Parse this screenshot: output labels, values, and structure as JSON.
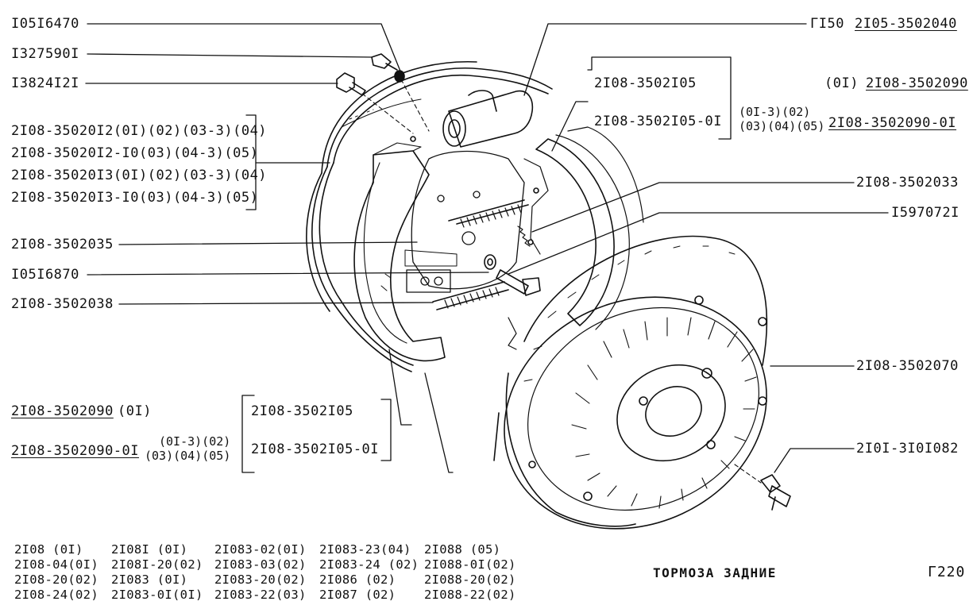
{
  "labels": {
    "spring_upper": "I05I6470",
    "pin_cup": "I327590I",
    "bolt_small": "I3824I2I",
    "shoe_front": [
      "2I08-35020I2(0I)(02)(03-3)(04)",
      "2I08-35020I2-I0(03)(04-3)(05)",
      "2I08-35020I3(0I)(02)(03-3)(04)",
      "2I08-35020I3-I0(03)(04-3)(05)"
    ],
    "spring_hold": "2I08-3502035",
    "washer": "I05I6870",
    "spring_lower": "2I08-3502038",
    "cylinder_prefix": "ГI50",
    "cylinder": "2I05-3502040",
    "shoe_set_a": "2I08-3502I05",
    "shoe_set_b": "2I08-3502I05-0I",
    "shield_a_prefix": "(0I)",
    "shield_a": "2I08-3502090",
    "shield_b_mods_1": "(0I-3)(02)",
    "shield_b_mods_2": "(03)(04)(05)",
    "shield_b": "2I08-3502090-0I",
    "lever_spring": "2I08-3502033",
    "bolt_large": "I597072I",
    "drum": "2I08-3502070",
    "wheel_bolt": "2I0I-3I0I082",
    "left_shield_a": "2I08-3502090",
    "left_shield_a_suffix": "(0I)",
    "left_shield_b": "2I08-3502090-0I",
    "left_mods_1": "(0I-3)(02)",
    "left_mods_2": "(03)(04)(05)",
    "left_set_a": "2I08-3502I05",
    "left_set_b": "2I08-3502I05-0I"
  },
  "applicability": [
    [
      "2I08    (0I)",
      "2I08-04(0I)",
      "2I08-20(02)",
      "2I08-24(02)"
    ],
    [
      "2I08I   (0I)",
      "2I08I-20(02)",
      "2I083   (0I)",
      "2I083-0I(0I)"
    ],
    [
      "2I083-02(0I)",
      "2I083-03(02)",
      "2I083-20(02)",
      "2I083-22(03)"
    ],
    [
      "2I083-23(04)",
      "2I083-24 (02)",
      "2I086    (02)",
      "2I087    (02)"
    ],
    [
      "2I088    (05)",
      "2I088-0I(02)",
      "2I088-20(02)",
      "2I088-22(02)"
    ]
  ],
  "title": "ТОРМОЗА ЗАДНИЕ",
  "page": "Г220"
}
